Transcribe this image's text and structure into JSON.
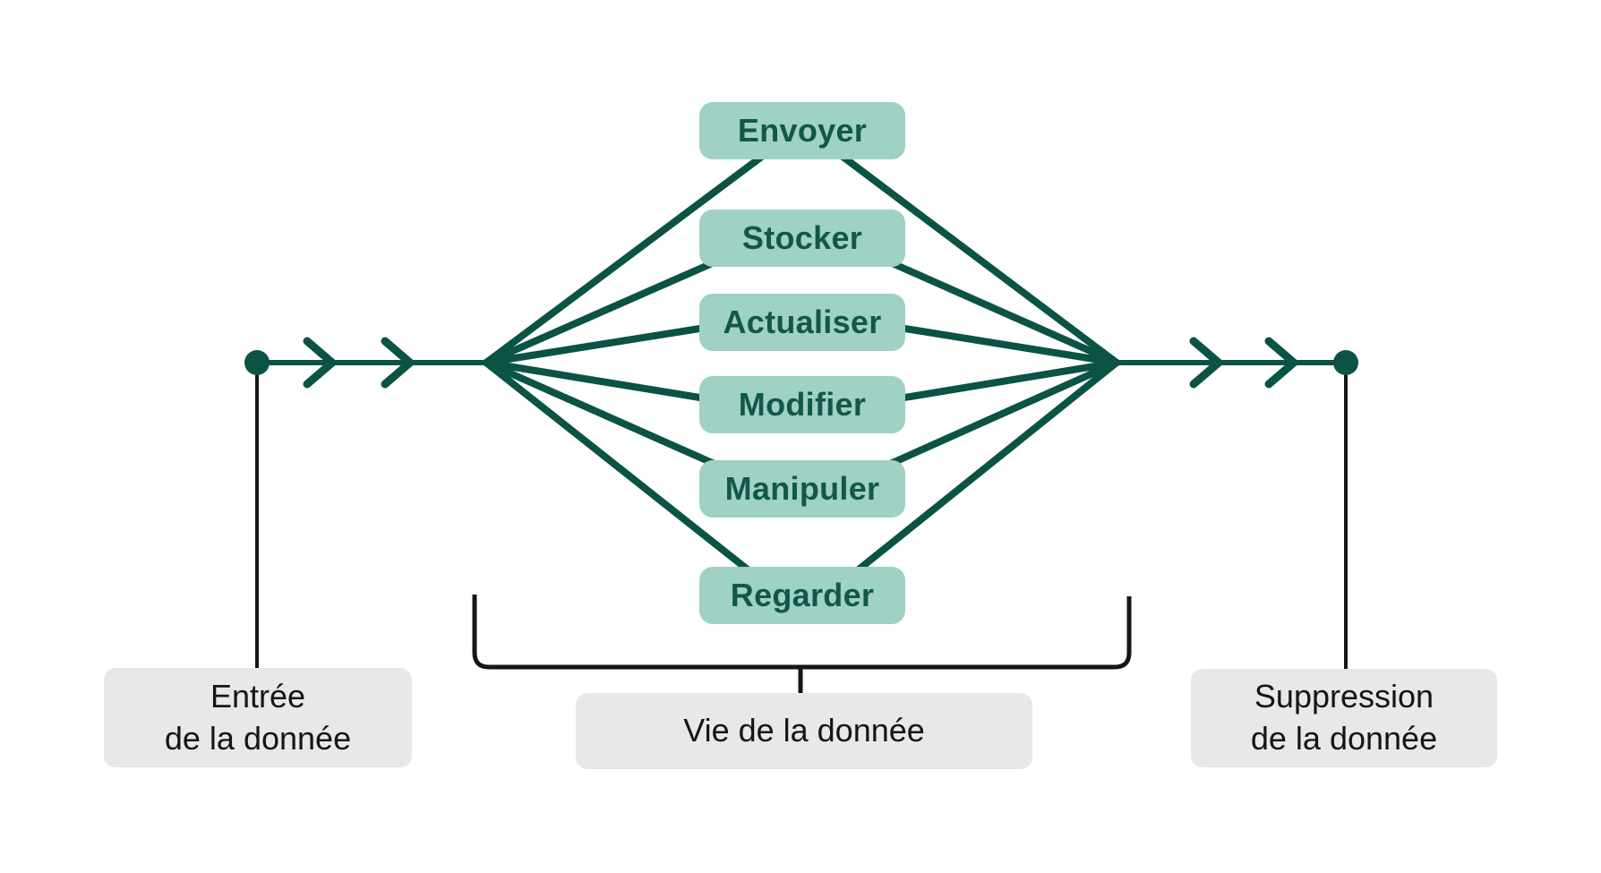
{
  "diagram": {
    "stages": [
      "Envoyer",
      "Stocker",
      "Actualiser",
      "Modifier",
      "Manipuler",
      "Regarder"
    ],
    "phases": {
      "entry": {
        "line1": "Entrée",
        "line2": "de la donnée"
      },
      "life": {
        "text": "Vie de la donnée"
      },
      "deletion": {
        "line1": "Suppression",
        "line2": "de la donnée"
      }
    },
    "icons": {
      "start_marker": "filled-circle",
      "end_marker": "filled-circle",
      "flow_arrows": "double-chevron-right",
      "life_span": "square-bracket"
    },
    "colors": {
      "connector_green": "#0b5345",
      "stage_fill": "#9fd1c5",
      "stage_text": "#11584a",
      "phase_fill": "#e8e8e8",
      "phase_text": "#151515",
      "bracket_black": "#161616"
    }
  }
}
